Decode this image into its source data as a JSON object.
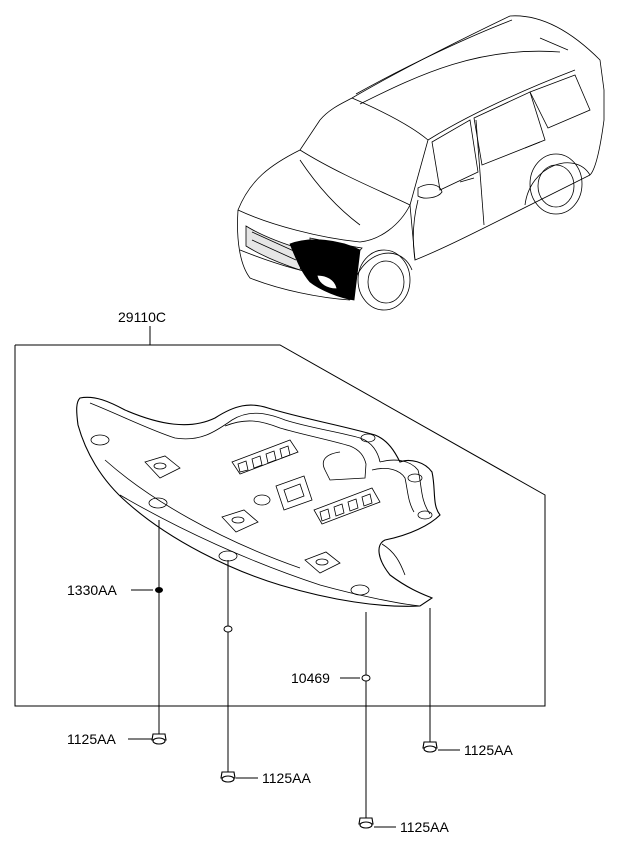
{
  "labels": {
    "assembly": "29110C",
    "clip": "1330AA",
    "nut": "10469",
    "bolt_1": "1125AA",
    "bolt_2": "1125AA",
    "bolt_3": "1125AA",
    "bolt_4": "1125AA"
  },
  "colors": {
    "line": "#000000",
    "background": "#ffffff"
  }
}
